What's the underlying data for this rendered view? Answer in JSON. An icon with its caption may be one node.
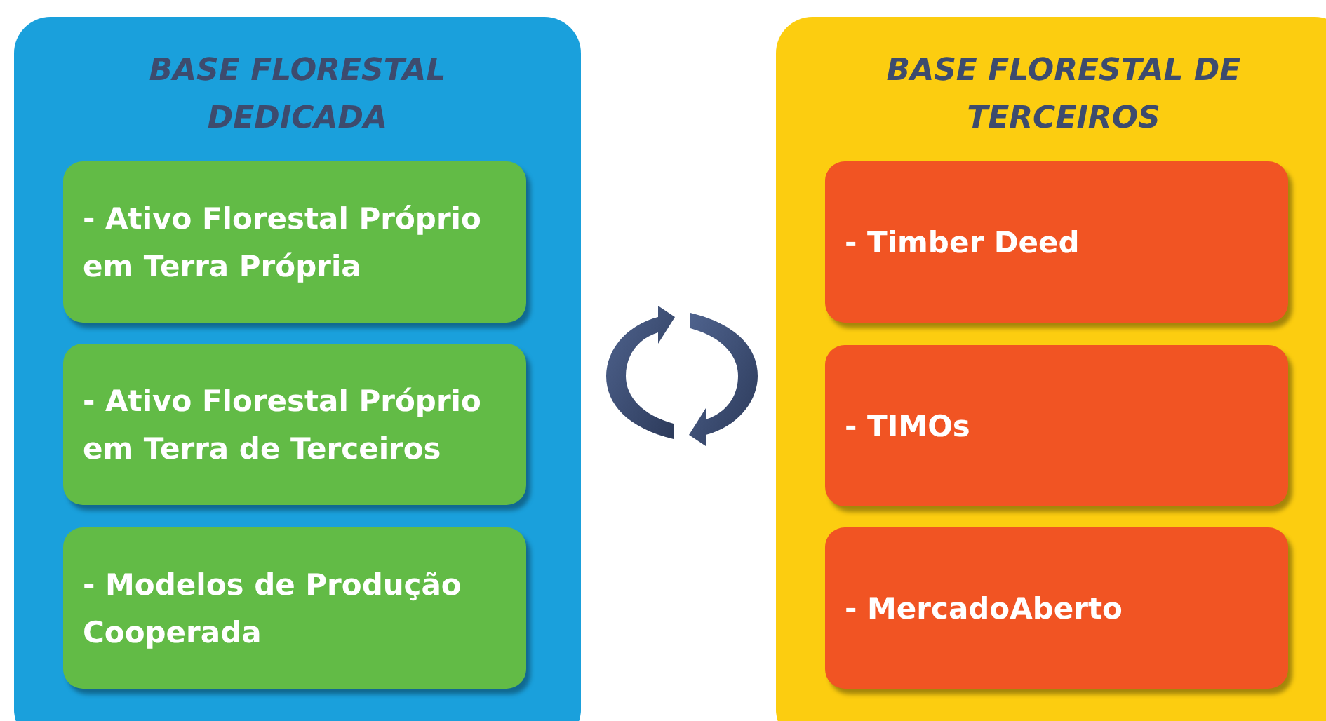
{
  "diagram": {
    "nodes": [
      {
        "text": [
          "BASE FLORESTAL DEDICADA"
        ]
      },
      {
        "text": [
          "- Ativo Florestal Próprio em Terra Própria"
        ],
        "in": 0
      },
      {
        "text": [
          "- Ativo Florestal Próprio em Terra de Terceiros"
        ],
        "in": 0
      },
      {
        "text": [
          "- Modelos de Produção Cooperada"
        ],
        "in": 0
      },
      {
        "text": [
          "BASE FLORESTAL DE TERCEIROS"
        ]
      },
      {
        "text": [
          "- Timber Deed"
        ],
        "in": 4
      },
      {
        "text": [
          "- TIMOs"
        ],
        "in": 4
      },
      {
        "text": [
          "- MercadoAberto"
        ],
        "in": 4
      }
    ]
  }
}
